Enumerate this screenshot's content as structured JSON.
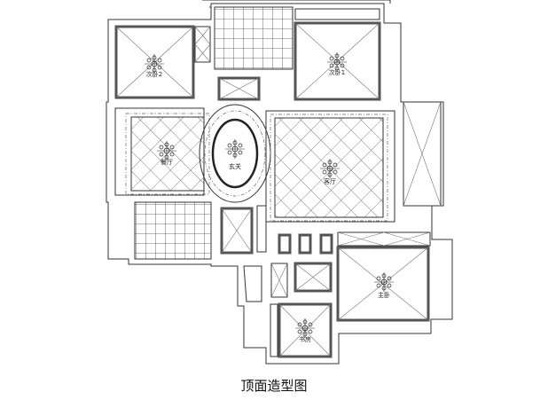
{
  "caption": "顶面造型图",
  "rooms": {
    "bedroom2": "次卧2",
    "bedroom1": "次卧1",
    "dining": "餐厅",
    "foyer": "玄关",
    "living": "客厅",
    "master": "主卧",
    "study": "书房"
  },
  "colors": {
    "line": "#333333",
    "background": "#ffffff"
  }
}
